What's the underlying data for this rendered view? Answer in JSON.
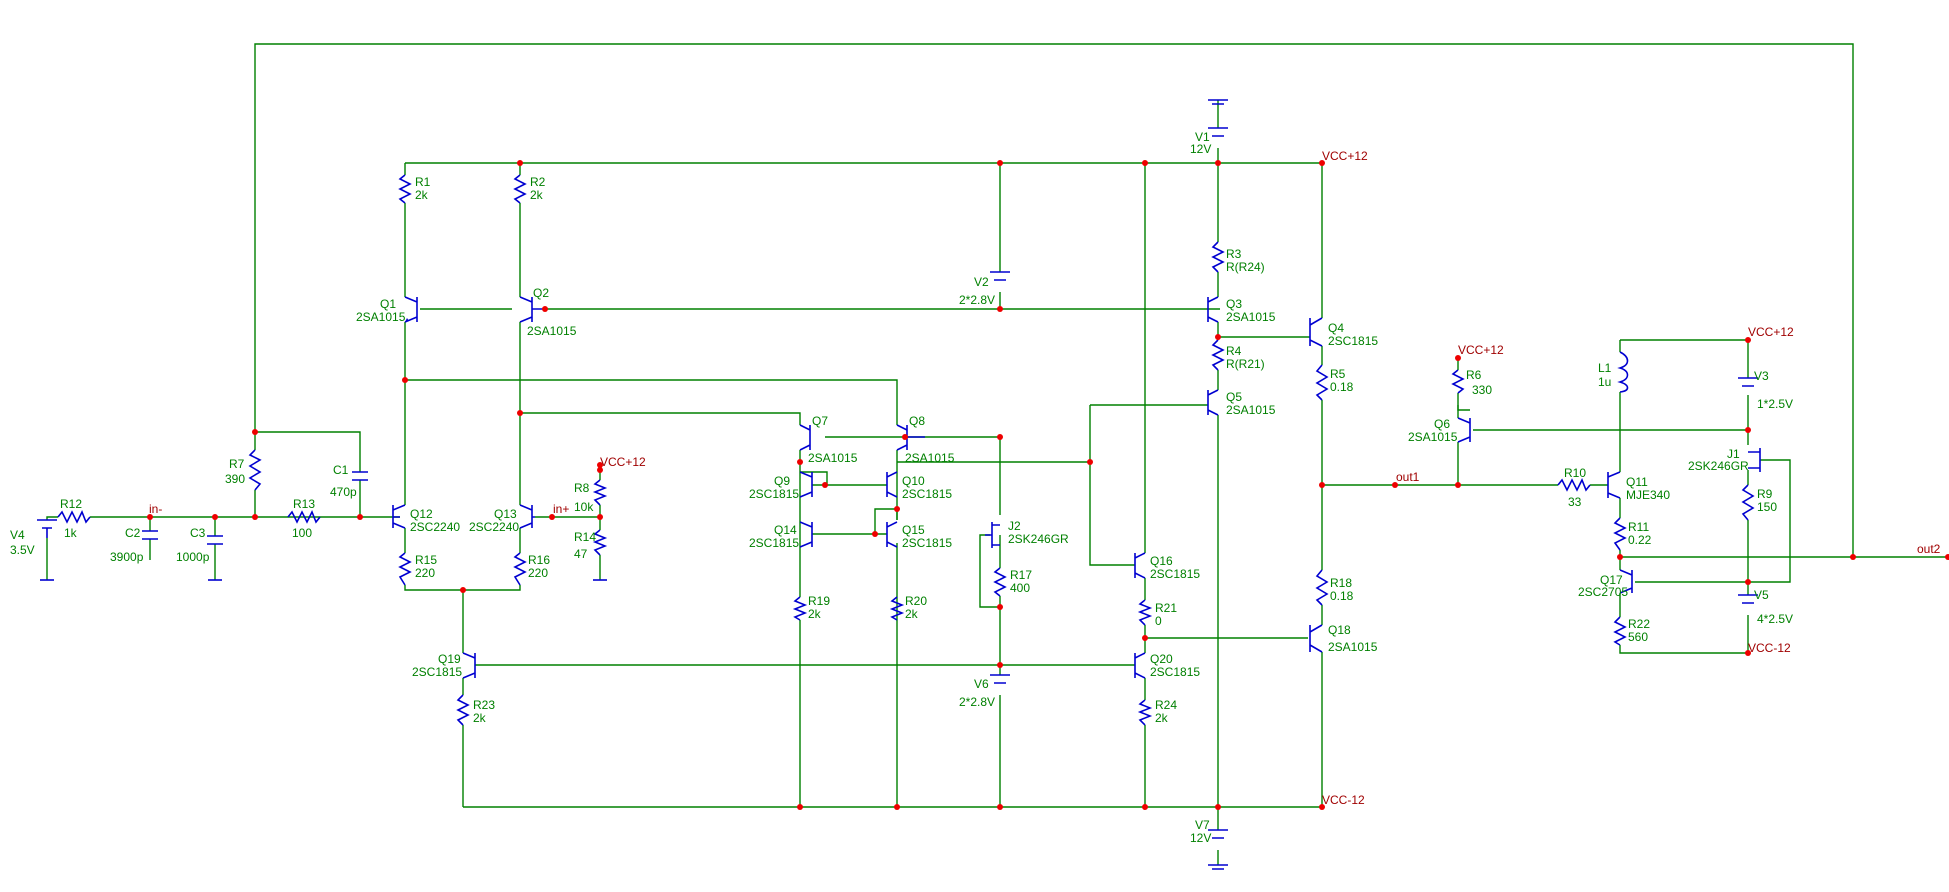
{
  "nets": {
    "in_minus": "in-",
    "in_plus": "in+",
    "vcc_p": "VCC+12",
    "vcc_n": "VCC-12",
    "out1": "out1",
    "out2": "out2"
  },
  "components": {
    "V4": {
      "ref": "V4",
      "val": "3.5V"
    },
    "R12": {
      "ref": "R12",
      "val": "1k"
    },
    "C2": {
      "ref": "C2",
      "val": "3900p"
    },
    "C3": {
      "ref": "C3",
      "val": "1000p"
    },
    "R7": {
      "ref": "R7",
      "val": "390"
    },
    "R13": {
      "ref": "R13",
      "val": "100"
    },
    "C1": {
      "ref": "C1",
      "val": "470p"
    },
    "R1": {
      "ref": "R1",
      "val": "2k"
    },
    "R2": {
      "ref": "R2",
      "val": "2k"
    },
    "Q1": {
      "ref": "Q1",
      "val": "2SA1015"
    },
    "Q2": {
      "ref": "Q2",
      "val": "2SA1015"
    },
    "Q12": {
      "ref": "Q12",
      "val": "2SC2240"
    },
    "Q13": {
      "ref": "Q13",
      "val": "2SC2240"
    },
    "R15": {
      "ref": "R15",
      "val": "220"
    },
    "R16": {
      "ref": "R16",
      "val": "220"
    },
    "R8": {
      "ref": "R8",
      "val": "10k"
    },
    "R14": {
      "ref": "R14",
      "val": "47"
    },
    "Q19": {
      "ref": "Q19",
      "val": "2SC1815"
    },
    "R23": {
      "ref": "R23",
      "val": "2k"
    },
    "Q7": {
      "ref": "Q7",
      "val": "2SA1015"
    },
    "Q8": {
      "ref": "Q8",
      "val": "2SA1015"
    },
    "Q9": {
      "ref": "Q9",
      "val": "2SC1815"
    },
    "Q10": {
      "ref": "Q10",
      "val": "2SC1815"
    },
    "Q14": {
      "ref": "Q14",
      "val": "2SC1815"
    },
    "Q15": {
      "ref": "Q15",
      "val": "2SC1815"
    },
    "R19": {
      "ref": "R19",
      "val": "2k"
    },
    "R20": {
      "ref": "R20",
      "val": "2k"
    },
    "V2": {
      "ref": "V2",
      "val": "2*2.8V"
    },
    "J2": {
      "ref": "J2",
      "val": "2SK246GR"
    },
    "R17": {
      "ref": "R17",
      "val": "400"
    },
    "V6": {
      "ref": "V6",
      "val": "2*2.8V"
    },
    "Q16": {
      "ref": "Q16",
      "val": "2SC1815"
    },
    "R21": {
      "ref": "R21",
      "val": "0"
    },
    "Q20": {
      "ref": "Q20",
      "val": "2SC1815"
    },
    "R24": {
      "ref": "R24",
      "val": "2k"
    },
    "V1": {
      "ref": "V1",
      "val": "12V"
    },
    "R3": {
      "ref": "R3",
      "val": "R(R24)"
    },
    "Q3": {
      "ref": "Q3",
      "val": "2SA1015"
    },
    "R4": {
      "ref": "R4",
      "val": "R(R21)"
    },
    "Q5": {
      "ref": "Q5",
      "val": "2SA1015"
    },
    "V7": {
      "ref": "V7",
      "val": "12V"
    },
    "Q4": {
      "ref": "Q4",
      "val": "2SC1815"
    },
    "R5": {
      "ref": "R5",
      "val": "0.18"
    },
    "R18": {
      "ref": "R18",
      "val": "0.18"
    },
    "Q18": {
      "ref": "Q18",
      "val": "2SA1015"
    },
    "R6": {
      "ref": "R6",
      "val": "330"
    },
    "Q6": {
      "ref": "Q6",
      "val": "2SA1015"
    },
    "R10": {
      "ref": "R10",
      "val": "33"
    },
    "Q11": {
      "ref": "Q11",
      "val": "MJE340"
    },
    "R11": {
      "ref": "R11",
      "val": "0.22"
    },
    "Q17": {
      "ref": "Q17",
      "val": "2SC2705"
    },
    "R22": {
      "ref": "R22",
      "val": "560"
    },
    "L1": {
      "ref": "L1",
      "val": "1u"
    },
    "V3": {
      "ref": "V3",
      "val": "1*2.5V"
    },
    "J1": {
      "ref": "J1",
      "val": "2SK246GR"
    },
    "R9": {
      "ref": "R9",
      "val": "150"
    },
    "V5": {
      "ref": "V5",
      "val": "4*2.5V"
    }
  }
}
